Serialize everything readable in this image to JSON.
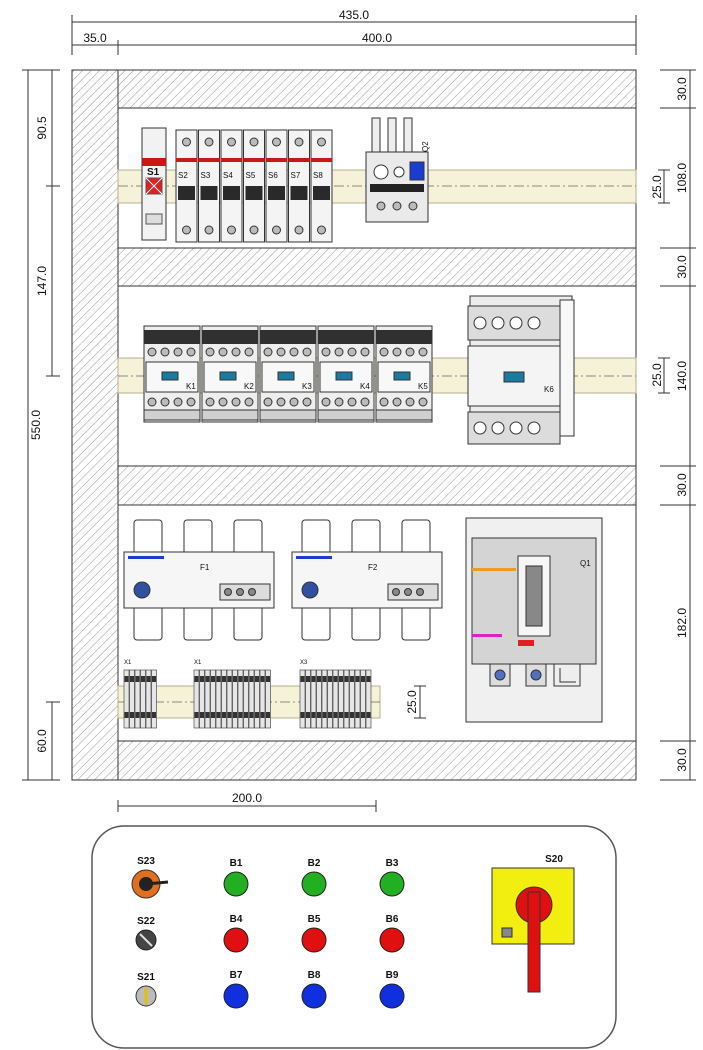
{
  "dimensions": {
    "top_total": "435.0",
    "top_left": "35.0",
    "top_right": "400.0",
    "left_upper": "90.5",
    "left_mid": "147.0",
    "left_total": "550.0",
    "left_bottom": "60.0",
    "right_duct1": "30.0",
    "right_rail1": "25.0",
    "right_row1": "108.0",
    "right_duct2": "30.0",
    "right_rail2": "25.0",
    "right_row2": "140.0",
    "right_duct3": "30.0",
    "right_row3": "182.0",
    "terminal_rail": "25.0",
    "right_duct4": "30.0",
    "bottom_width": "200.0"
  },
  "row1": {
    "switch_s1": "S1",
    "breakers": [
      "S2",
      "S3",
      "S4",
      "S5",
      "S6",
      "S7",
      "S8"
    ],
    "relay_q2": "Q2"
  },
  "row2": {
    "contactors": [
      "K1",
      "K2",
      "K3",
      "K4",
      "K5"
    ],
    "contactor_k6": "K6"
  },
  "row3": {
    "fuses": [
      "F1",
      "F2"
    ],
    "breaker_q1": "Q1",
    "terminal_groups": [
      "X1",
      "X1",
      "X3"
    ]
  },
  "door": {
    "selector_s23": "S23",
    "selector_s22": "S22",
    "selector_s21": "S21",
    "main_switch": "S20",
    "lamps": [
      {
        "label": "B1",
        "color": "#22b022"
      },
      {
        "label": "B2",
        "color": "#22b022"
      },
      {
        "label": "B3",
        "color": "#22b022"
      },
      {
        "label": "B4",
        "color": "#e01010"
      },
      {
        "label": "B5",
        "color": "#e01010"
      },
      {
        "label": "B6",
        "color": "#e01010"
      },
      {
        "label": "B7",
        "color": "#1030e0"
      },
      {
        "label": "B8",
        "color": "#1030e0"
      },
      {
        "label": "B9",
        "color": "#1030e0"
      }
    ]
  },
  "colors": {
    "duct_fill": "#ffffff",
    "rail_fill": "#f6f2d8",
    "hatch": "#888888",
    "switch_yellow": "#f2ee10",
    "switch_red": "#e01010",
    "accent_blue": "#1a3cd0"
  }
}
